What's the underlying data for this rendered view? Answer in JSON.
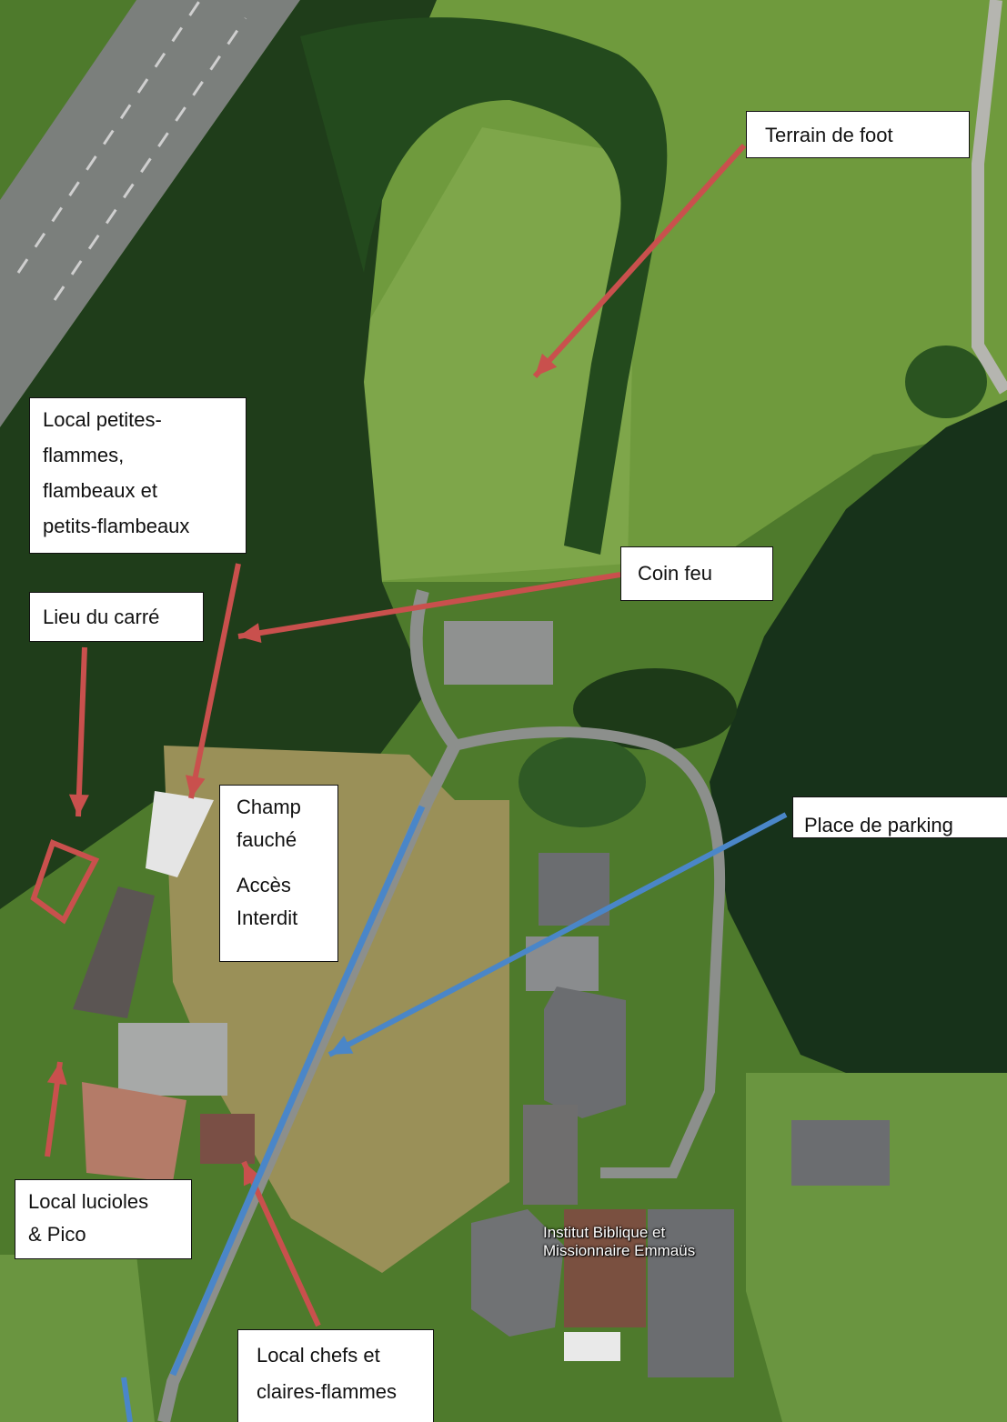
{
  "colors": {
    "field_arrow": "#c9504d",
    "parking_line": "#4a86c8",
    "callout_bg": "#ffffff",
    "callout_border": "#111111",
    "grass_light": "#6f9a3d",
    "grass_dark": "#4e7a2c",
    "forest": "#1f3d1a",
    "road": "#8c8f8c",
    "roof": "#6b6d70"
  },
  "labels": {
    "terrain_de_foot": "Terrain de foot",
    "local_petites_flammes": [
      "Local petites-",
      "flammes,",
      "flambeaux et",
      "petits-flambeaux"
    ],
    "coin_feu": "Coin feu",
    "lieu_du_carre": "Lieu du carré",
    "champ_fauche": [
      "Champ",
      "fauché"
    ],
    "acces_interdit": [
      "Accès",
      "Interdit"
    ],
    "place_de_parking": "Place de parking",
    "local_lucioles": [
      "Local lucioles",
      "& Pico"
    ],
    "local_chefs": [
      "Local chefs et",
      "claires-flammes"
    ],
    "map_place_label": [
      "Institut Biblique et",
      "Missionnaire Emmaüs"
    ]
  }
}
